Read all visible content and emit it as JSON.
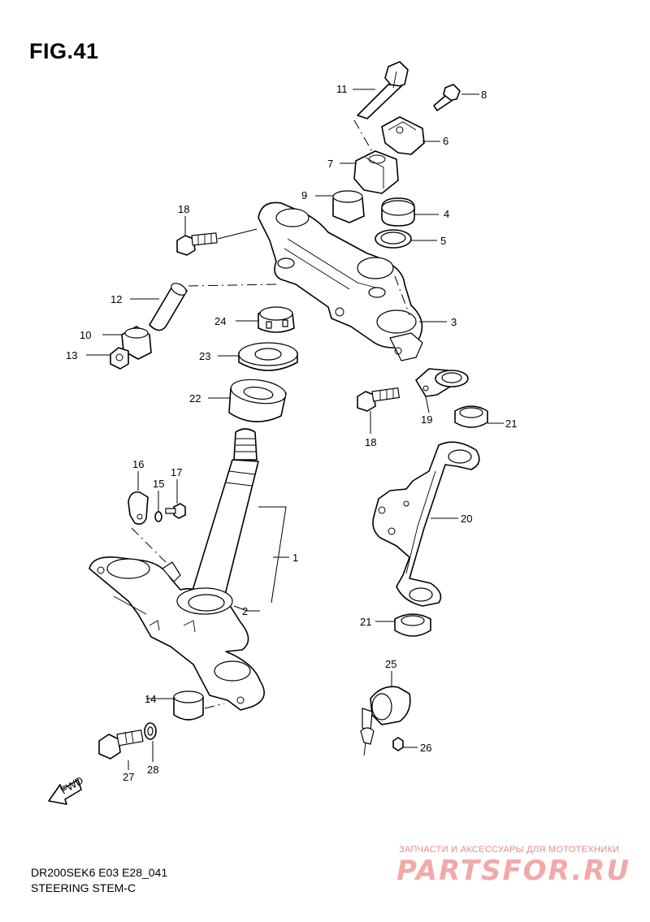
{
  "figure": {
    "title": "FIG.41"
  },
  "footer": {
    "model_code": "DR200SEK6 E03 E28_041",
    "section_name": "STEERING STEM-C"
  },
  "watermark": {
    "caption": "ЗАПЧАСТИ И АКСЕССУАРЫ ДЛЯ МОТОТЕХНИКИ",
    "logo_text": "PARTSFOR.RU",
    "color": "#f2a9a9"
  },
  "fwd_marker": "FWD",
  "callouts": [
    "11",
    "8",
    "6",
    "7",
    "9",
    "4",
    "5",
    "18",
    "3",
    "12",
    "24",
    "10",
    "23",
    "13",
    "22",
    "19",
    "18",
    "21",
    "16",
    "17",
    "15",
    "20",
    "1",
    "2",
    "21",
    "25",
    "14",
    "26",
    "27",
    "28"
  ]
}
